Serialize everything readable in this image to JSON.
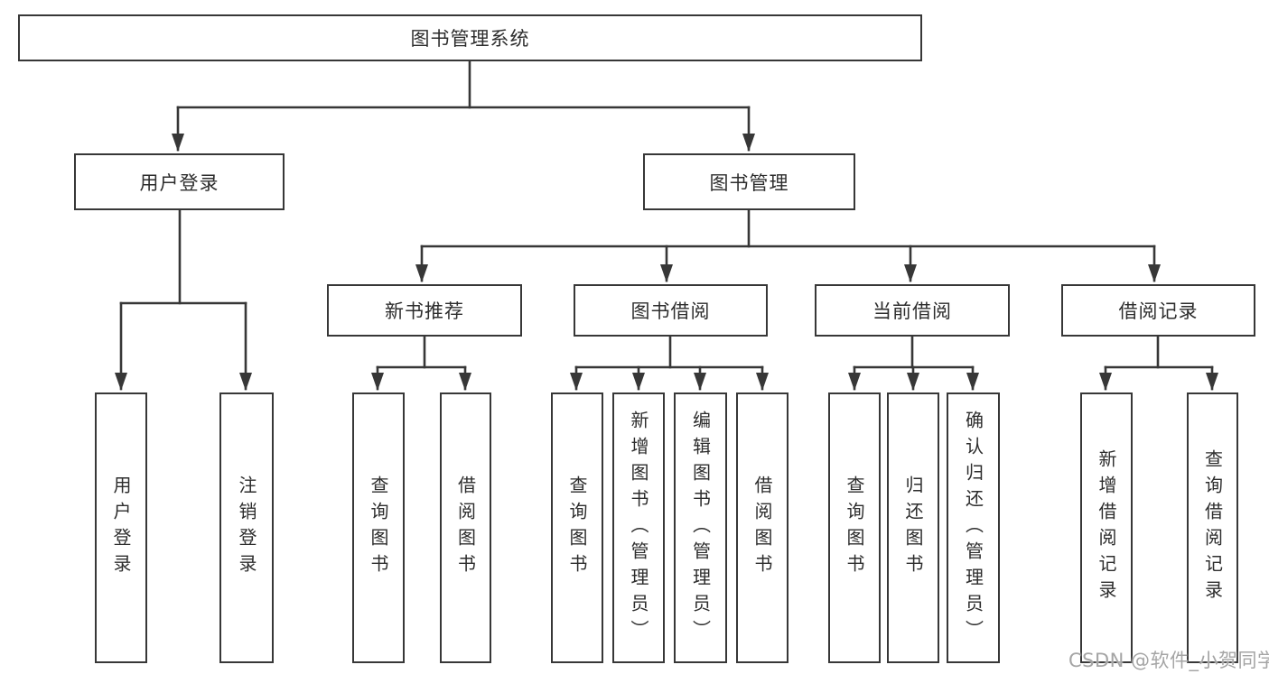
{
  "tree": {
    "label": "图书管理系统",
    "children": [
      {
        "label": "用户登录",
        "children": [
          {
            "label": "用户登录"
          },
          {
            "label": "注销登录"
          }
        ]
      },
      {
        "label": "图书管理",
        "children": [
          {
            "label": "新书推荐",
            "children": [
              {
                "label": "查询图书"
              },
              {
                "label": "借阅图书"
              }
            ]
          },
          {
            "label": "图书借阅",
            "children": [
              {
                "label": "查询图书"
              },
              {
                "label": "新增图书（管理员）"
              },
              {
                "label": "编辑图书（管理员）"
              },
              {
                "label": "借阅图书"
              }
            ]
          },
          {
            "label": "当前借阅",
            "children": [
              {
                "label": "查询图书"
              },
              {
                "label": "归还图书"
              },
              {
                "label": "确认归还（管理员）"
              }
            ]
          },
          {
            "label": "借阅记录",
            "children": [
              {
                "label": "新增借阅记录"
              },
              {
                "label": "查询借阅记录"
              }
            ]
          }
        ]
      }
    ]
  },
  "watermark": {
    "text": "CSDN @软件_小贺同学"
  },
  "colors": {
    "line": "#373737",
    "box_border": "#373737",
    "box_fill": "#ffffff",
    "text": "#2d2d2d",
    "watermark": "#a5a5a5",
    "background": "#ffffff"
  }
}
